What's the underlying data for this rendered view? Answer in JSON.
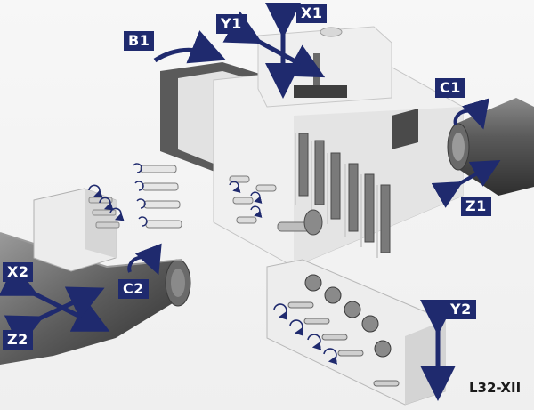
{
  "labels": {
    "b1": "B1",
    "y1": "Y1",
    "x1": "X1",
    "c1": "C1",
    "z1": "Z1",
    "x2": "X2",
    "c2": "C2",
    "z2": "Z2",
    "y2": "Y2"
  },
  "figure_code": "L32-XII",
  "colors": {
    "label_bg": "#1f2a6e",
    "label_text": "#ffffff",
    "arrow": "#1f2a6e",
    "machine_light": "#ececec",
    "machine_dark": "#4a4a4a"
  }
}
